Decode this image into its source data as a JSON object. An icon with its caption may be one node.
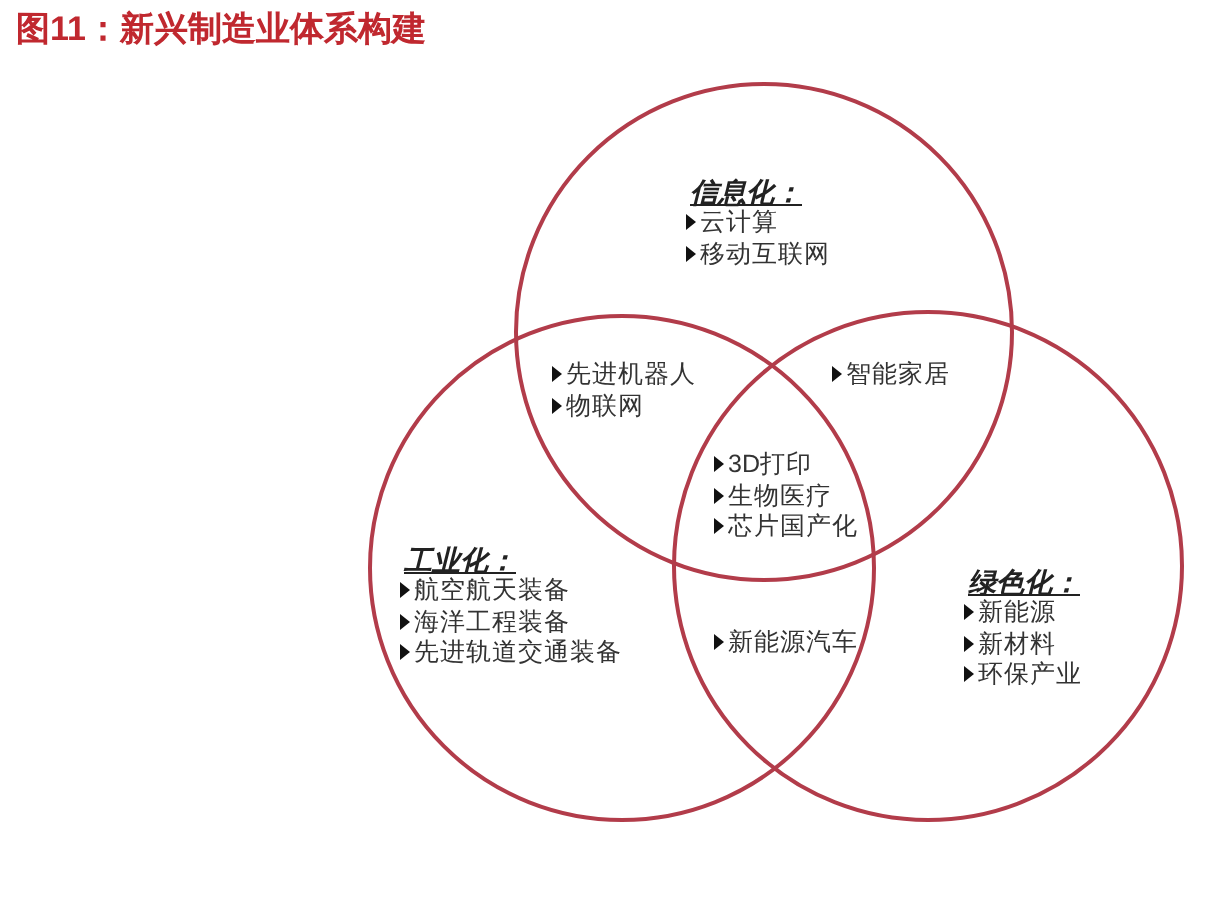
{
  "diagram": {
    "title": "图11：新兴制造业体系构建",
    "nodes": [
      {
        "text": [
          "信息化：",
          "云计算",
          "移动互联网"
        ]
      },
      {
        "text": [
          "工业化：",
          "航空航天装备",
          "海洋工程装备",
          "先进轨道交通装备"
        ]
      },
      {
        "text": [
          "绿色化：",
          "新能源",
          "新材料",
          "环保产业"
        ]
      }
    ],
    "labels": [
      "先进机器人",
      "物联网",
      "智能家居",
      "3D打印",
      "生物医疗",
      "芯片国产化",
      "新能源汽车"
    ]
  }
}
